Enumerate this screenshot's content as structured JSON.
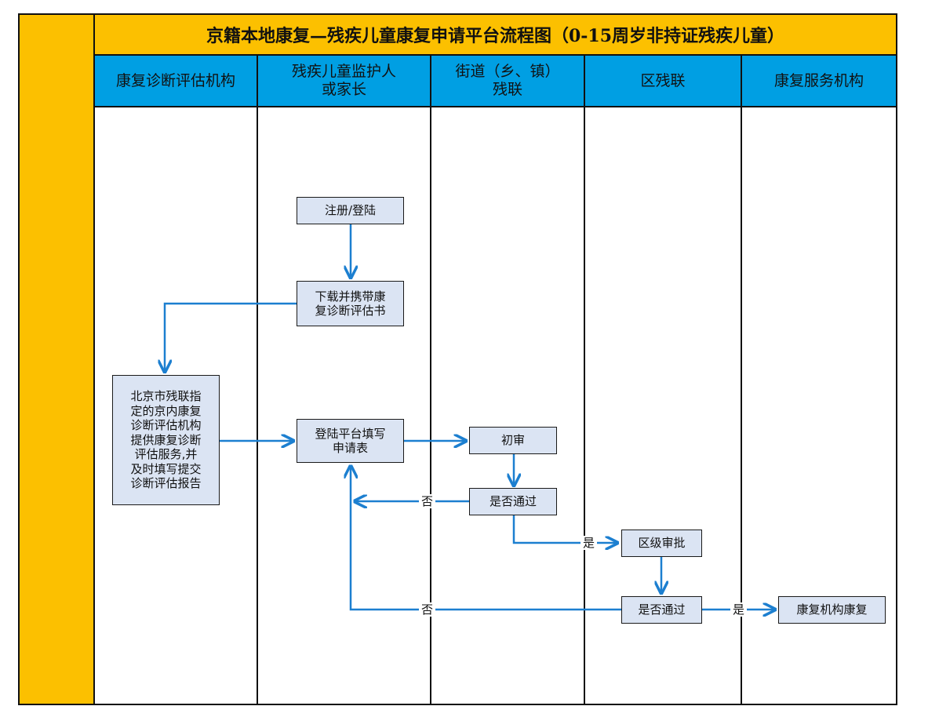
{
  "title": "京籍本地康复—残疾儿童康复申请平台流程图（0-15周岁非持证残疾儿童）",
  "colors": {
    "sidebar": "#fcc000",
    "header": "#009fe3",
    "box_fill": "#dbe4f3",
    "arrow": "#1c7fd0"
  },
  "lanes": [
    "康复诊断评估机构",
    "残疾儿童监护人\n或家长",
    "街道（乡、镇）\n残联",
    "区残联",
    "康复服务机构"
  ],
  "steps": {
    "register": "注册/登陆",
    "download": "下载并携带康\n复诊断评估书",
    "assess": "北京市残联指\n定的京内康复\n诊断评估机构\n提供康复诊断\n评估服务,并\n及时填写提交\n诊断评估报告",
    "fill_form": "登陆平台填写\n申请表",
    "first_review": "初审",
    "pass_check_1": "是否通过",
    "district_approval": "区级审批",
    "pass_check_2": "是否通过",
    "rehab": "康复机构康复"
  },
  "edge_labels": {
    "no_1": "否",
    "yes_1": "是",
    "no_2": "否",
    "yes_2": "是"
  }
}
